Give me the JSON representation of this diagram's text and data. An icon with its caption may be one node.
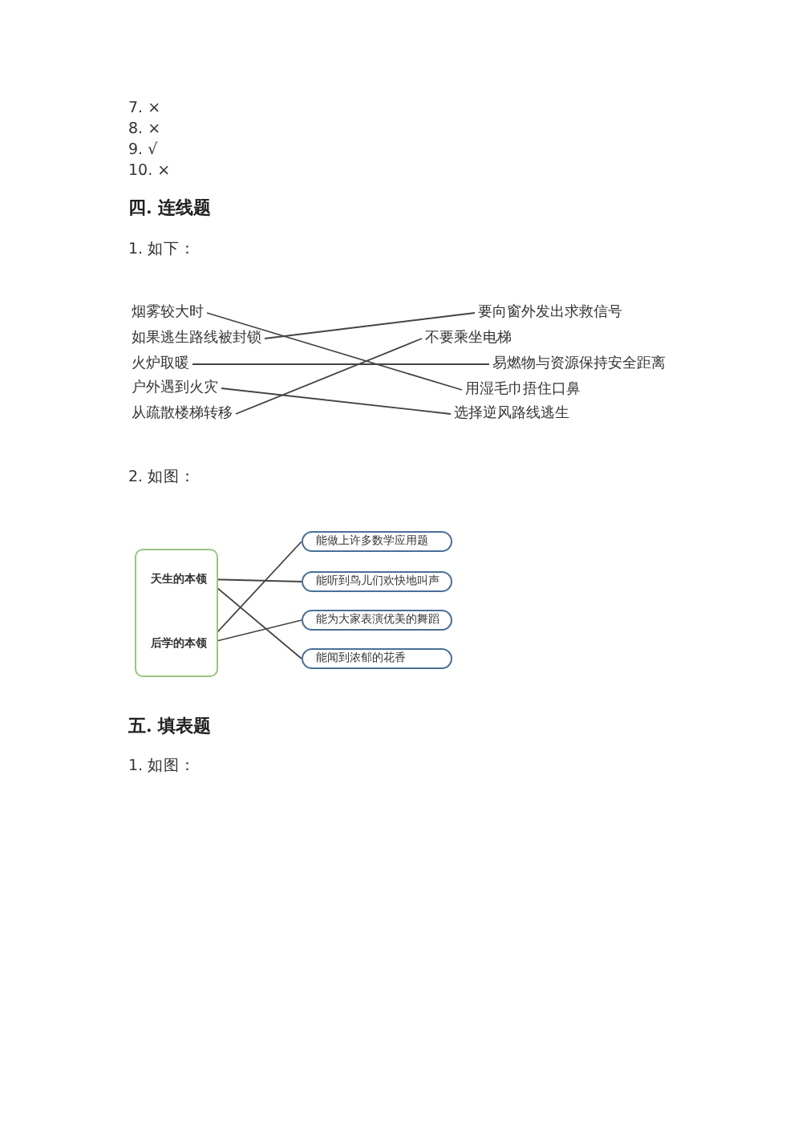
{
  "diagram": {
    "nodes": [
      {
        "text": [
          "烟雾较大时"
        ]
      },
      {
        "text": [
          "如果逃生路线被封锁"
        ]
      },
      {
        "text": [
          "火炉取暖"
        ]
      },
      {
        "text": [
          "户外遇到火灾"
        ]
      },
      {
        "text": [
          "从疏散楼梯转移"
        ]
      },
      {
        "text": [
          "要向窗外发出求救信号"
        ]
      },
      {
        "text": [
          "不要乘坐电梯"
        ]
      },
      {
        "text": [
          "易燃物与资源保持安全距离"
        ]
      },
      {
        "text": [
          "用湿毛巾捂住口鼻"
        ]
      },
      {
        "text": [
          "选择逆风路线逃生"
        ]
      },
      {
        "text": [],
        "shape": "scroll"
      },
      {
        "text": [
          "天生的本领"
        ],
        "in": 10
      },
      {
        "text": [
          "后学的本领"
        ],
        "in": 10
      },
      {
        "text": [
          "能做上许多数学应用题"
        ]
      },
      {
        "text": [
          "能听到鸟儿们欢快地叫声"
        ]
      },
      {
        "text": [
          "能为大家表演优美的舞蹈"
        ]
      },
      {
        "text": [
          "能闻到浓郁的花香"
        ]
      }
    ],
    "edges": [
      {
        "from": 0,
        "to": 8,
        "arrow": "none"
      },
      {
        "from": 1,
        "to": 5,
        "arrow": "none"
      },
      {
        "from": 2,
        "to": 7,
        "arrow": "none"
      },
      {
        "from": 3,
        "to": 9,
        "arrow": "none"
      },
      {
        "from": 4,
        "to": 6,
        "arrow": "none"
      },
      {
        "from": 11,
        "to": 14,
        "arrow": "none"
      },
      {
        "from": 11,
        "to": 16,
        "arrow": "none"
      },
      {
        "from": 12,
        "to": 13,
        "arrow": "none"
      },
      {
        "from": 12,
        "to": 15,
        "arrow": "none"
      }
    ],
    "labels": [
      "7. ×",
      "8. ×",
      "9. √",
      "10. ×",
      "四. 连线题",
      "1. 如下：",
      "2. 如图：",
      "五. 填表题",
      "1. 如图："
    ]
  }
}
